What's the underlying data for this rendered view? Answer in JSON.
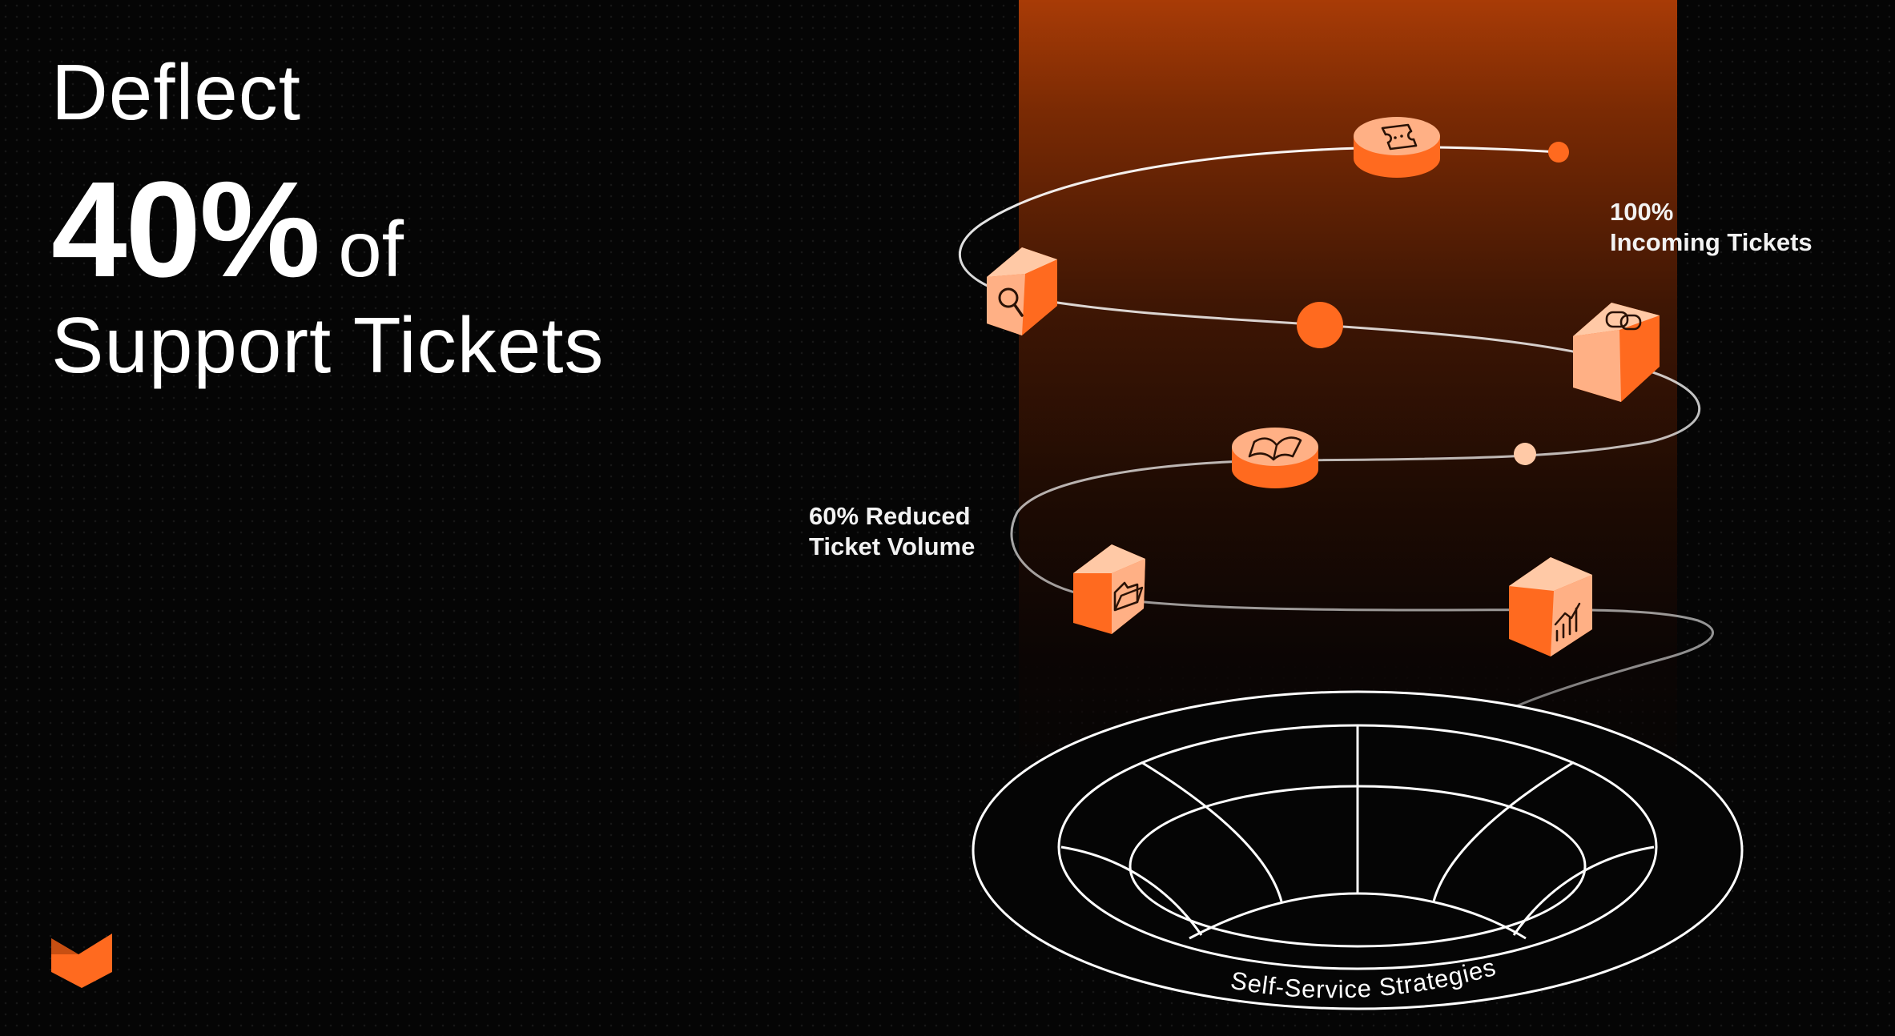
{
  "headline": {
    "line1": "Deflect",
    "big_number": "40%",
    "of": "of",
    "line3": "Support Tickets"
  },
  "labels": {
    "incoming_pct": "100%",
    "incoming_text": "Incoming Tickets",
    "reduced_line1": "60% Reduced",
    "reduced_line2": "Ticket Volume"
  },
  "bowl_label": "Self-Service Strategies",
  "icons": [
    "ticket-icon",
    "search-icon",
    "chat-bubbles-icon",
    "open-book-icon",
    "folder-icon",
    "chart-icon"
  ],
  "colors": {
    "background": "#050505",
    "accent": "#ff6a1f",
    "icon_face": "#ffb085",
    "beam_top": "#a83b06"
  }
}
